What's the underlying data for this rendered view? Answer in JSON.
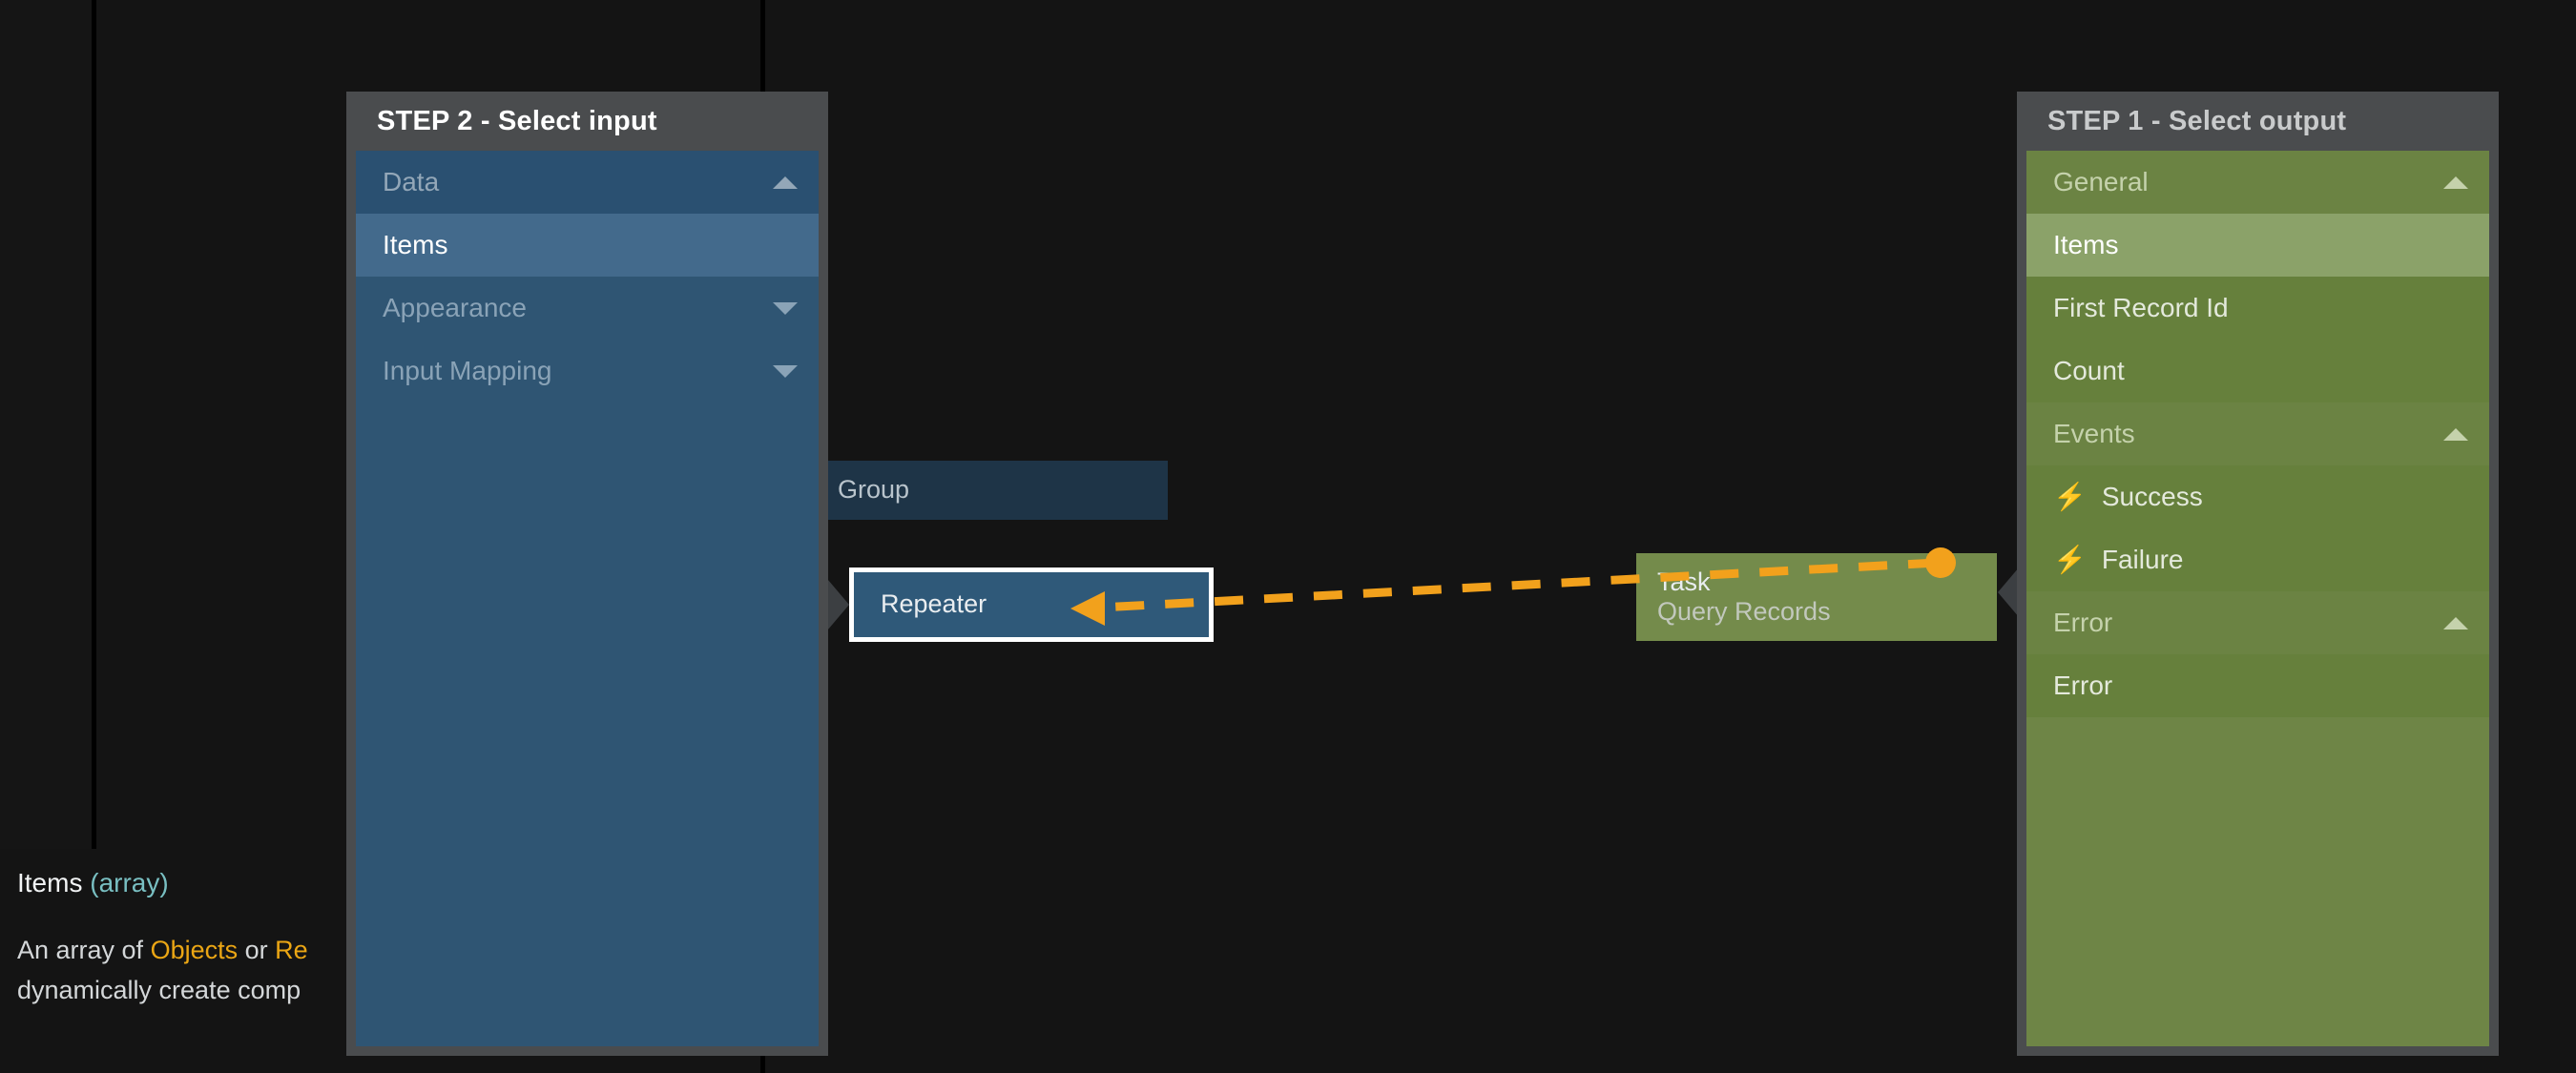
{
  "canvas": {
    "nodes": [
      {
        "id": "group",
        "title": "Group",
        "subtitle": ""
      },
      {
        "id": "repeater",
        "title": "Repeater",
        "subtitle": ""
      },
      {
        "id": "task",
        "title": "Task",
        "subtitle": "Query Records"
      }
    ],
    "connector": {
      "color": "#f2a11c",
      "style": "dashed",
      "arrow_direction": "left",
      "from_node": "task",
      "to_node": "repeater"
    }
  },
  "tooltip": {
    "name": "Items",
    "type": "(array)",
    "description_part1": "An array of ",
    "keyword1": "Objects",
    "description_part2": " or ",
    "keyword2": "Re",
    "description_line2": "dynamically create comp"
  },
  "input_panel": {
    "title": "STEP 2 - Select input",
    "accent": "#2f5573",
    "rows": [
      {
        "label": "Data",
        "kind": "group-head",
        "chevron": "up",
        "indent": false
      },
      {
        "label": "Items",
        "kind": "item sel",
        "chevron": "",
        "indent": false
      },
      {
        "label": "Appearance",
        "kind": "collapsed",
        "chevron": "down",
        "indent": false
      },
      {
        "label": "Input Mapping",
        "kind": "collapsed",
        "chevron": "down",
        "indent": false
      }
    ]
  },
  "output_panel": {
    "title": "STEP 1 - Select output",
    "accent": "#6e8546",
    "rows": [
      {
        "label": "General",
        "kind": "group-head",
        "chevron": "up",
        "bolt": false
      },
      {
        "label": "Items",
        "kind": "item sel",
        "chevron": "",
        "bolt": false
      },
      {
        "label": "First Record Id",
        "kind": "item",
        "chevron": "",
        "bolt": false
      },
      {
        "label": "Count",
        "kind": "item",
        "chevron": "",
        "bolt": false
      },
      {
        "label": "Events",
        "kind": "group-head",
        "chevron": "up",
        "bolt": false
      },
      {
        "label": "Success",
        "kind": "item",
        "chevron": "",
        "bolt": true
      },
      {
        "label": "Failure",
        "kind": "item",
        "chevron": "",
        "bolt": true
      },
      {
        "label": "Error",
        "kind": "group-head",
        "chevron": "up",
        "bolt": false
      },
      {
        "label": "Error",
        "kind": "item",
        "chevron": "",
        "bolt": false
      }
    ]
  }
}
